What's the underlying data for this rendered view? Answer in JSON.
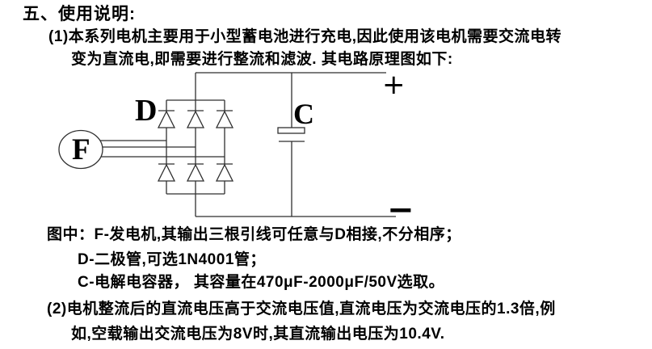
{
  "title": "五、使用说明:",
  "body": {
    "p1_line1": "(1)本系列电机主要用于小型蓄电池进行充电,因此使用该电机需要交流电转",
    "p1_line2": "变为直流电,即需要进行整流和滤波. 其电路原理图如下:",
    "legend_intro": "图中：F-发电机,其输出三根引线可任意与D相接,不分相序；",
    "legend_diode": "D-二极管,可选1N4001管；",
    "legend_capacitor": "C-电解电容器， 其容量在470μF-2000μF/50V选取。",
    "p2_line1": "(2)电机整流后的直流电压高于交流电压值,直流电压为交流电压的1.3倍,例",
    "p2_line2": "如,空载输出交流电压为8V时,其直流输出电压为10.4V."
  },
  "diagram": {
    "generator_label": "F",
    "diode_label": "D",
    "capacitor_label": "C",
    "positive_terminal": "+",
    "negative_terminal": "−",
    "line_color": "#2f2f2f"
  }
}
